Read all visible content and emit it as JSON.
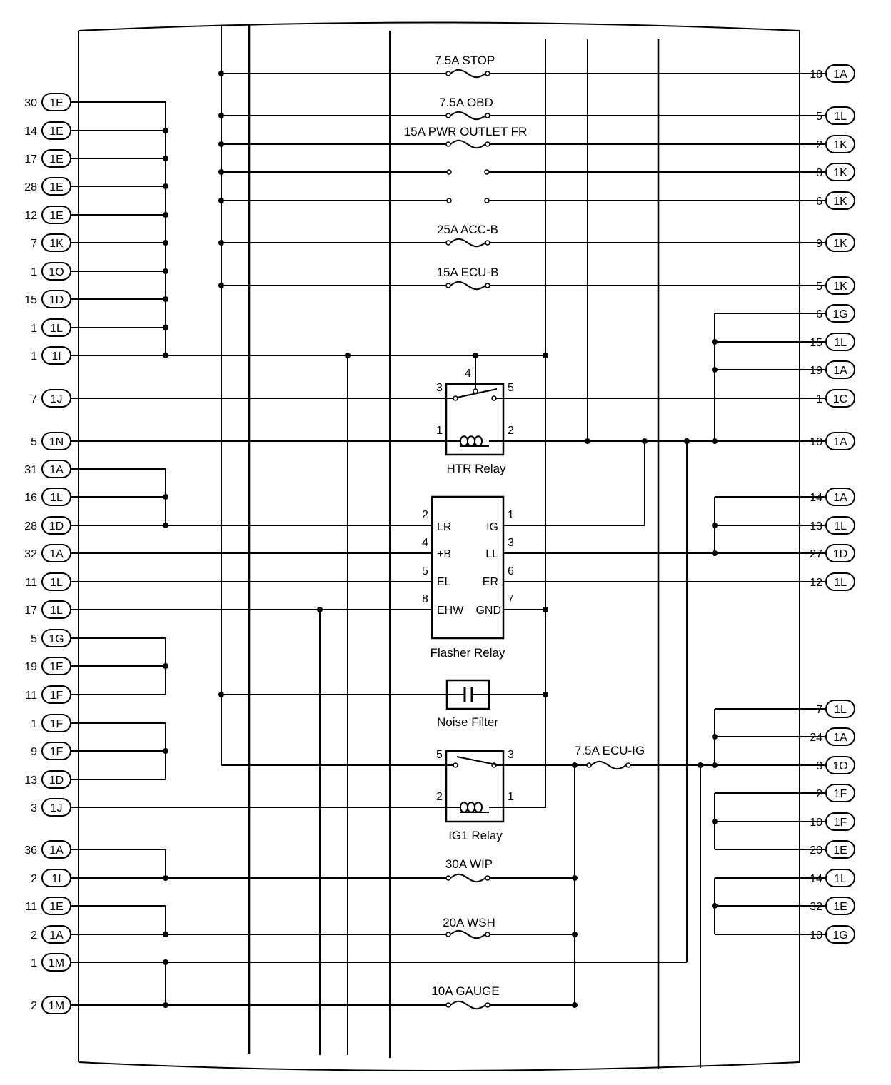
{
  "left_connectors": [
    {
      "pin": "30",
      "conn": "1E"
    },
    {
      "pin": "14",
      "conn": "1E"
    },
    {
      "pin": "17",
      "conn": "1E"
    },
    {
      "pin": "28",
      "conn": "1E"
    },
    {
      "pin": "12",
      "conn": "1E"
    },
    {
      "pin": "7",
      "conn": "1K"
    },
    {
      "pin": "1",
      "conn": "1O"
    },
    {
      "pin": "15",
      "conn": "1D"
    },
    {
      "pin": "1",
      "conn": "1L"
    },
    {
      "pin": "1",
      "conn": "1I"
    },
    {
      "pin": "7",
      "conn": "1J"
    },
    {
      "pin": "5",
      "conn": "1N"
    },
    {
      "pin": "31",
      "conn": "1A"
    },
    {
      "pin": "16",
      "conn": "1L"
    },
    {
      "pin": "28",
      "conn": "1D"
    },
    {
      "pin": "32",
      "conn": "1A"
    },
    {
      "pin": "11",
      "conn": "1L"
    },
    {
      "pin": "17",
      "conn": "1L"
    },
    {
      "pin": "5",
      "conn": "1G"
    },
    {
      "pin": "19",
      "conn": "1E"
    },
    {
      "pin": "11",
      "conn": "1F"
    },
    {
      "pin": "1",
      "conn": "1F"
    },
    {
      "pin": "9",
      "conn": "1F"
    },
    {
      "pin": "13",
      "conn": "1D"
    },
    {
      "pin": "3",
      "conn": "1J"
    },
    {
      "pin": "36",
      "conn": "1A"
    },
    {
      "pin": "2",
      "conn": "1I"
    },
    {
      "pin": "11",
      "conn": "1E"
    },
    {
      "pin": "2",
      "conn": "1A"
    },
    {
      "pin": "1",
      "conn": "1M"
    },
    {
      "pin": "2",
      "conn": "1M"
    }
  ],
  "right_connectors": [
    {
      "pin": "18",
      "conn": "1A"
    },
    {
      "pin": "5",
      "conn": "1L"
    },
    {
      "pin": "2",
      "conn": "1K"
    },
    {
      "pin": "8",
      "conn": "1K"
    },
    {
      "pin": "6",
      "conn": "1K"
    },
    {
      "pin": "9",
      "conn": "1K"
    },
    {
      "pin": "5",
      "conn": "1K"
    },
    {
      "pin": "6",
      "conn": "1G"
    },
    {
      "pin": "15",
      "conn": "1L"
    },
    {
      "pin": "19",
      "conn": "1A"
    },
    {
      "pin": "1",
      "conn": "1C"
    },
    {
      "pin": "10",
      "conn": "1A"
    },
    {
      "pin": "14",
      "conn": "1A"
    },
    {
      "pin": "13",
      "conn": "1L"
    },
    {
      "pin": "27",
      "conn": "1D"
    },
    {
      "pin": "12",
      "conn": "1L"
    },
    {
      "pin": "7",
      "conn": "1L"
    },
    {
      "pin": "24",
      "conn": "1A"
    },
    {
      "pin": "3",
      "conn": "1O"
    },
    {
      "pin": "2",
      "conn": "1F"
    },
    {
      "pin": "10",
      "conn": "1F"
    },
    {
      "pin": "20",
      "conn": "1E"
    },
    {
      "pin": "14",
      "conn": "1L"
    },
    {
      "pin": "32",
      "conn": "1E"
    },
    {
      "pin": "10",
      "conn": "1G"
    }
  ],
  "fuses": {
    "stop": "7.5A STOP",
    "obd": "7.5A OBD",
    "pwr_outlet": "15A PWR OUTLET FR",
    "acc_b": "25A ACC-B",
    "ecu_b": "15A ECU-B",
    "ecu_ig": "7.5A ECU-IG",
    "wip": "30A WIP",
    "wsh": "20A WSH",
    "gauge": "10A GAUGE"
  },
  "htr_relay": {
    "name": "HTR Relay",
    "pins": {
      "p1": "1",
      "p2": "2",
      "p3": "3",
      "p4": "4",
      "p5": "5"
    }
  },
  "flasher_relay": {
    "name": "Flasher Relay",
    "pins": {
      "p1": "1",
      "p2": "2",
      "p3": "3",
      "p4": "4",
      "p5": "5",
      "p6": "6",
      "p7": "7",
      "p8": "8"
    },
    "terminals": {
      "lr": "LR",
      "ig": "IG",
      "b": "+B",
      "ll": "LL",
      "el": "EL",
      "er": "ER",
      "ehw": "EHW",
      "gnd": "GND"
    }
  },
  "noise_filter": {
    "name": "Noise Filter"
  },
  "ig1_relay": {
    "name": "IG1 Relay",
    "pins": {
      "p1": "1",
      "p2": "2",
      "p3": "3",
      "p5": "5"
    }
  }
}
